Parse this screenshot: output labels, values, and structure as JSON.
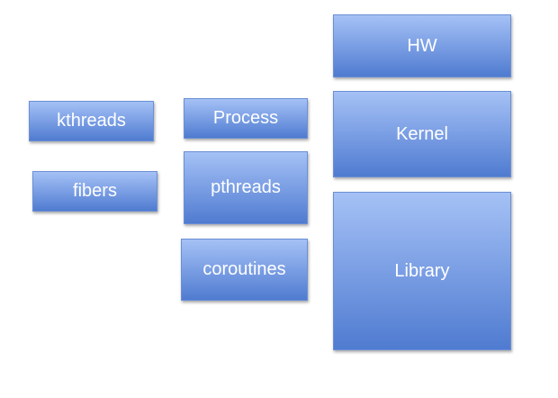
{
  "boxes": {
    "kthreads": "kthreads",
    "fibers": "fibers",
    "process": "Process",
    "pthreads": "pthreads",
    "coroutines": "coroutines",
    "hw": "HW",
    "kernel": "Kernel",
    "library": "Library"
  },
  "colors": {
    "box_top": "#a5c1f5",
    "box_bottom": "#4f7bd0",
    "box_border": "#6b8fd6",
    "text": "#ffffff",
    "background": "#ffffff"
  }
}
